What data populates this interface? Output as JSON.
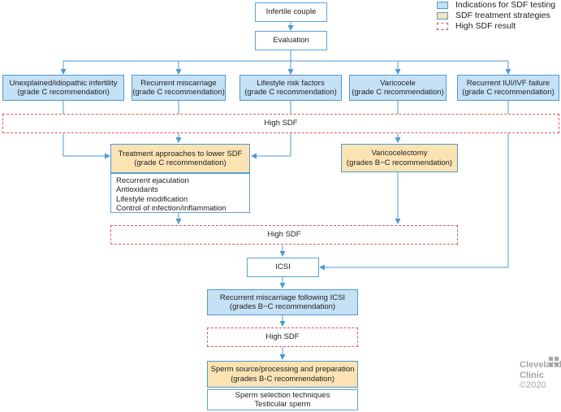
{
  "legend": {
    "items": [
      {
        "label": "Indications for SDF testing",
        "color": "#c5e1f6",
        "border": "#4f9ad3"
      },
      {
        "label": "SDF treatment strategies",
        "color": "#fbe3b4",
        "border": "#4f9ad3"
      },
      {
        "label": "High SDF result",
        "color": "#ffffff",
        "border": "#e05a5a"
      }
    ]
  },
  "top": {
    "infertile_couple": "Infertile couple",
    "evaluation": "Evaluation"
  },
  "indications": [
    {
      "title": "Unexplained/idiopathic infertility",
      "grade": "(grade C recommendation)"
    },
    {
      "title": "Recurrent miscarriage",
      "grade": "(grade C recommendation)"
    },
    {
      "title": "Lifestyle risk factors",
      "grade": "(grade C recommendation)"
    },
    {
      "title": "Varicocele",
      "grade": "(grade C recommendation)"
    },
    {
      "title": "Recurrent IUI/IVF failure",
      "grade": "(grade C recommendation)"
    }
  ],
  "high_sdf": {
    "label1": "High SDF",
    "label2": "High SDF",
    "label3": "High SDF"
  },
  "treatment": {
    "title": "Treatment approaches to lower SDF",
    "grade": "(grade C recommendation)",
    "items": [
      "Recurrent ejaculation",
      "Antioxidants",
      "Lifestyle modification",
      "Control of infection/inflammation"
    ]
  },
  "varicocelectomy": {
    "title": "Varicocelectomy",
    "grade": "(grades B−C recommendation)"
  },
  "icsi": "ICSI",
  "recurrent_icsi": {
    "title": "Recurrent miscarriage following ICSI",
    "grade": "(grades B−C recommendation)"
  },
  "sperm_source": {
    "title": "Sperm source/processing and preparation",
    "grade": "(grades B-C recommendation)",
    "items": [
      "Sperm selection techniques",
      "Testicular sperm"
    ]
  },
  "logo": {
    "line1": "Cleveland",
    "line2": "Clinic",
    "line3": "©2020"
  }
}
